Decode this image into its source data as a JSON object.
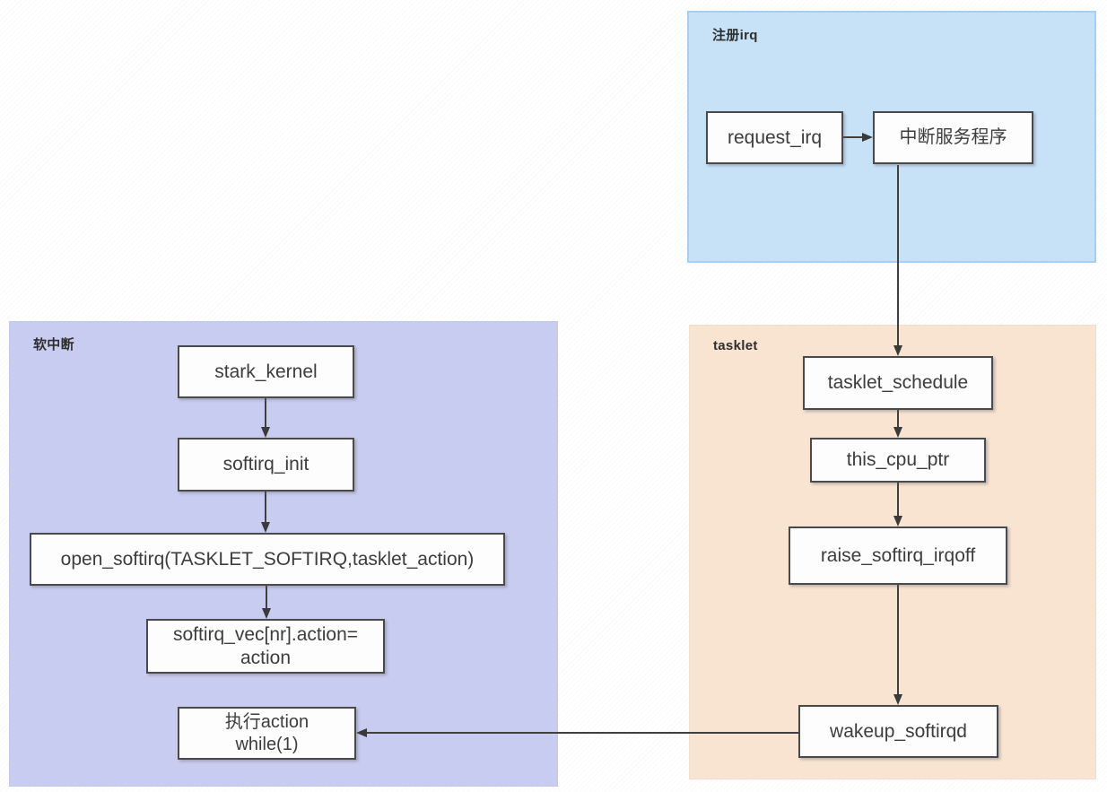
{
  "diagram": {
    "title_present": false,
    "regions": [
      {
        "id": "register-irq",
        "label": "注册irq",
        "bg_color": "#c7e2f7",
        "border_color": "#a5d0f3"
      },
      {
        "id": "softirq",
        "label": "软中断",
        "bg_color": "#c9ccf1",
        "border_color": "#c3c6ee"
      },
      {
        "id": "tasklet",
        "label": "tasklet",
        "bg_color": "#f8e4d1",
        "border_color": "#f3ddc8"
      }
    ],
    "nodes": {
      "request_irq": {
        "label": "request_irq",
        "region": "register-irq"
      },
      "isr": {
        "label": "中断服务程序",
        "region": "register-irq"
      },
      "stark_kernel": {
        "label": "stark_kernel",
        "region": "softirq"
      },
      "softirq_init": {
        "label": "softirq_init",
        "region": "softirq"
      },
      "open_softirq": {
        "label": "open_softirq(TASKLET_SOFTIRQ,tasklet_action)",
        "region": "softirq"
      },
      "softirq_vec": {
        "line1": "softirq_vec[nr].action=",
        "line2": "action",
        "region": "softirq"
      },
      "exec_action": {
        "line1": "执行action",
        "line2": "while(1)",
        "region": "softirq"
      },
      "tasklet_schedule": {
        "label": "tasklet_schedule",
        "region": "tasklet"
      },
      "this_cpu_ptr": {
        "label": "this_cpu_ptr",
        "region": "tasklet"
      },
      "raise_softirq_irqoff": {
        "label": "raise_softirq_irqoff",
        "region": "tasklet"
      },
      "wakeup_softirqd": {
        "label": "wakeup_softirqd",
        "region": "tasklet"
      }
    },
    "edges": [
      {
        "from": "request_irq",
        "to": "isr"
      },
      {
        "from": "isr",
        "to": "tasklet_schedule"
      },
      {
        "from": "stark_kernel",
        "to": "softirq_init"
      },
      {
        "from": "softirq_init",
        "to": "open_softirq"
      },
      {
        "from": "open_softirq",
        "to": "softirq_vec"
      },
      {
        "from": "tasklet_schedule",
        "to": "this_cpu_ptr"
      },
      {
        "from": "this_cpu_ptr",
        "to": "raise_softirq_irqoff"
      },
      {
        "from": "raise_softirq_irqoff",
        "to": "wakeup_softirqd"
      },
      {
        "from": "wakeup_softirqd",
        "to": "exec_action"
      }
    ],
    "colors": {
      "node_fill": "#fdfdfd",
      "node_border": "#4a4a4a",
      "node_text": "#3d3d3d",
      "arrow": "#404040",
      "background": "#ffffff"
    }
  }
}
